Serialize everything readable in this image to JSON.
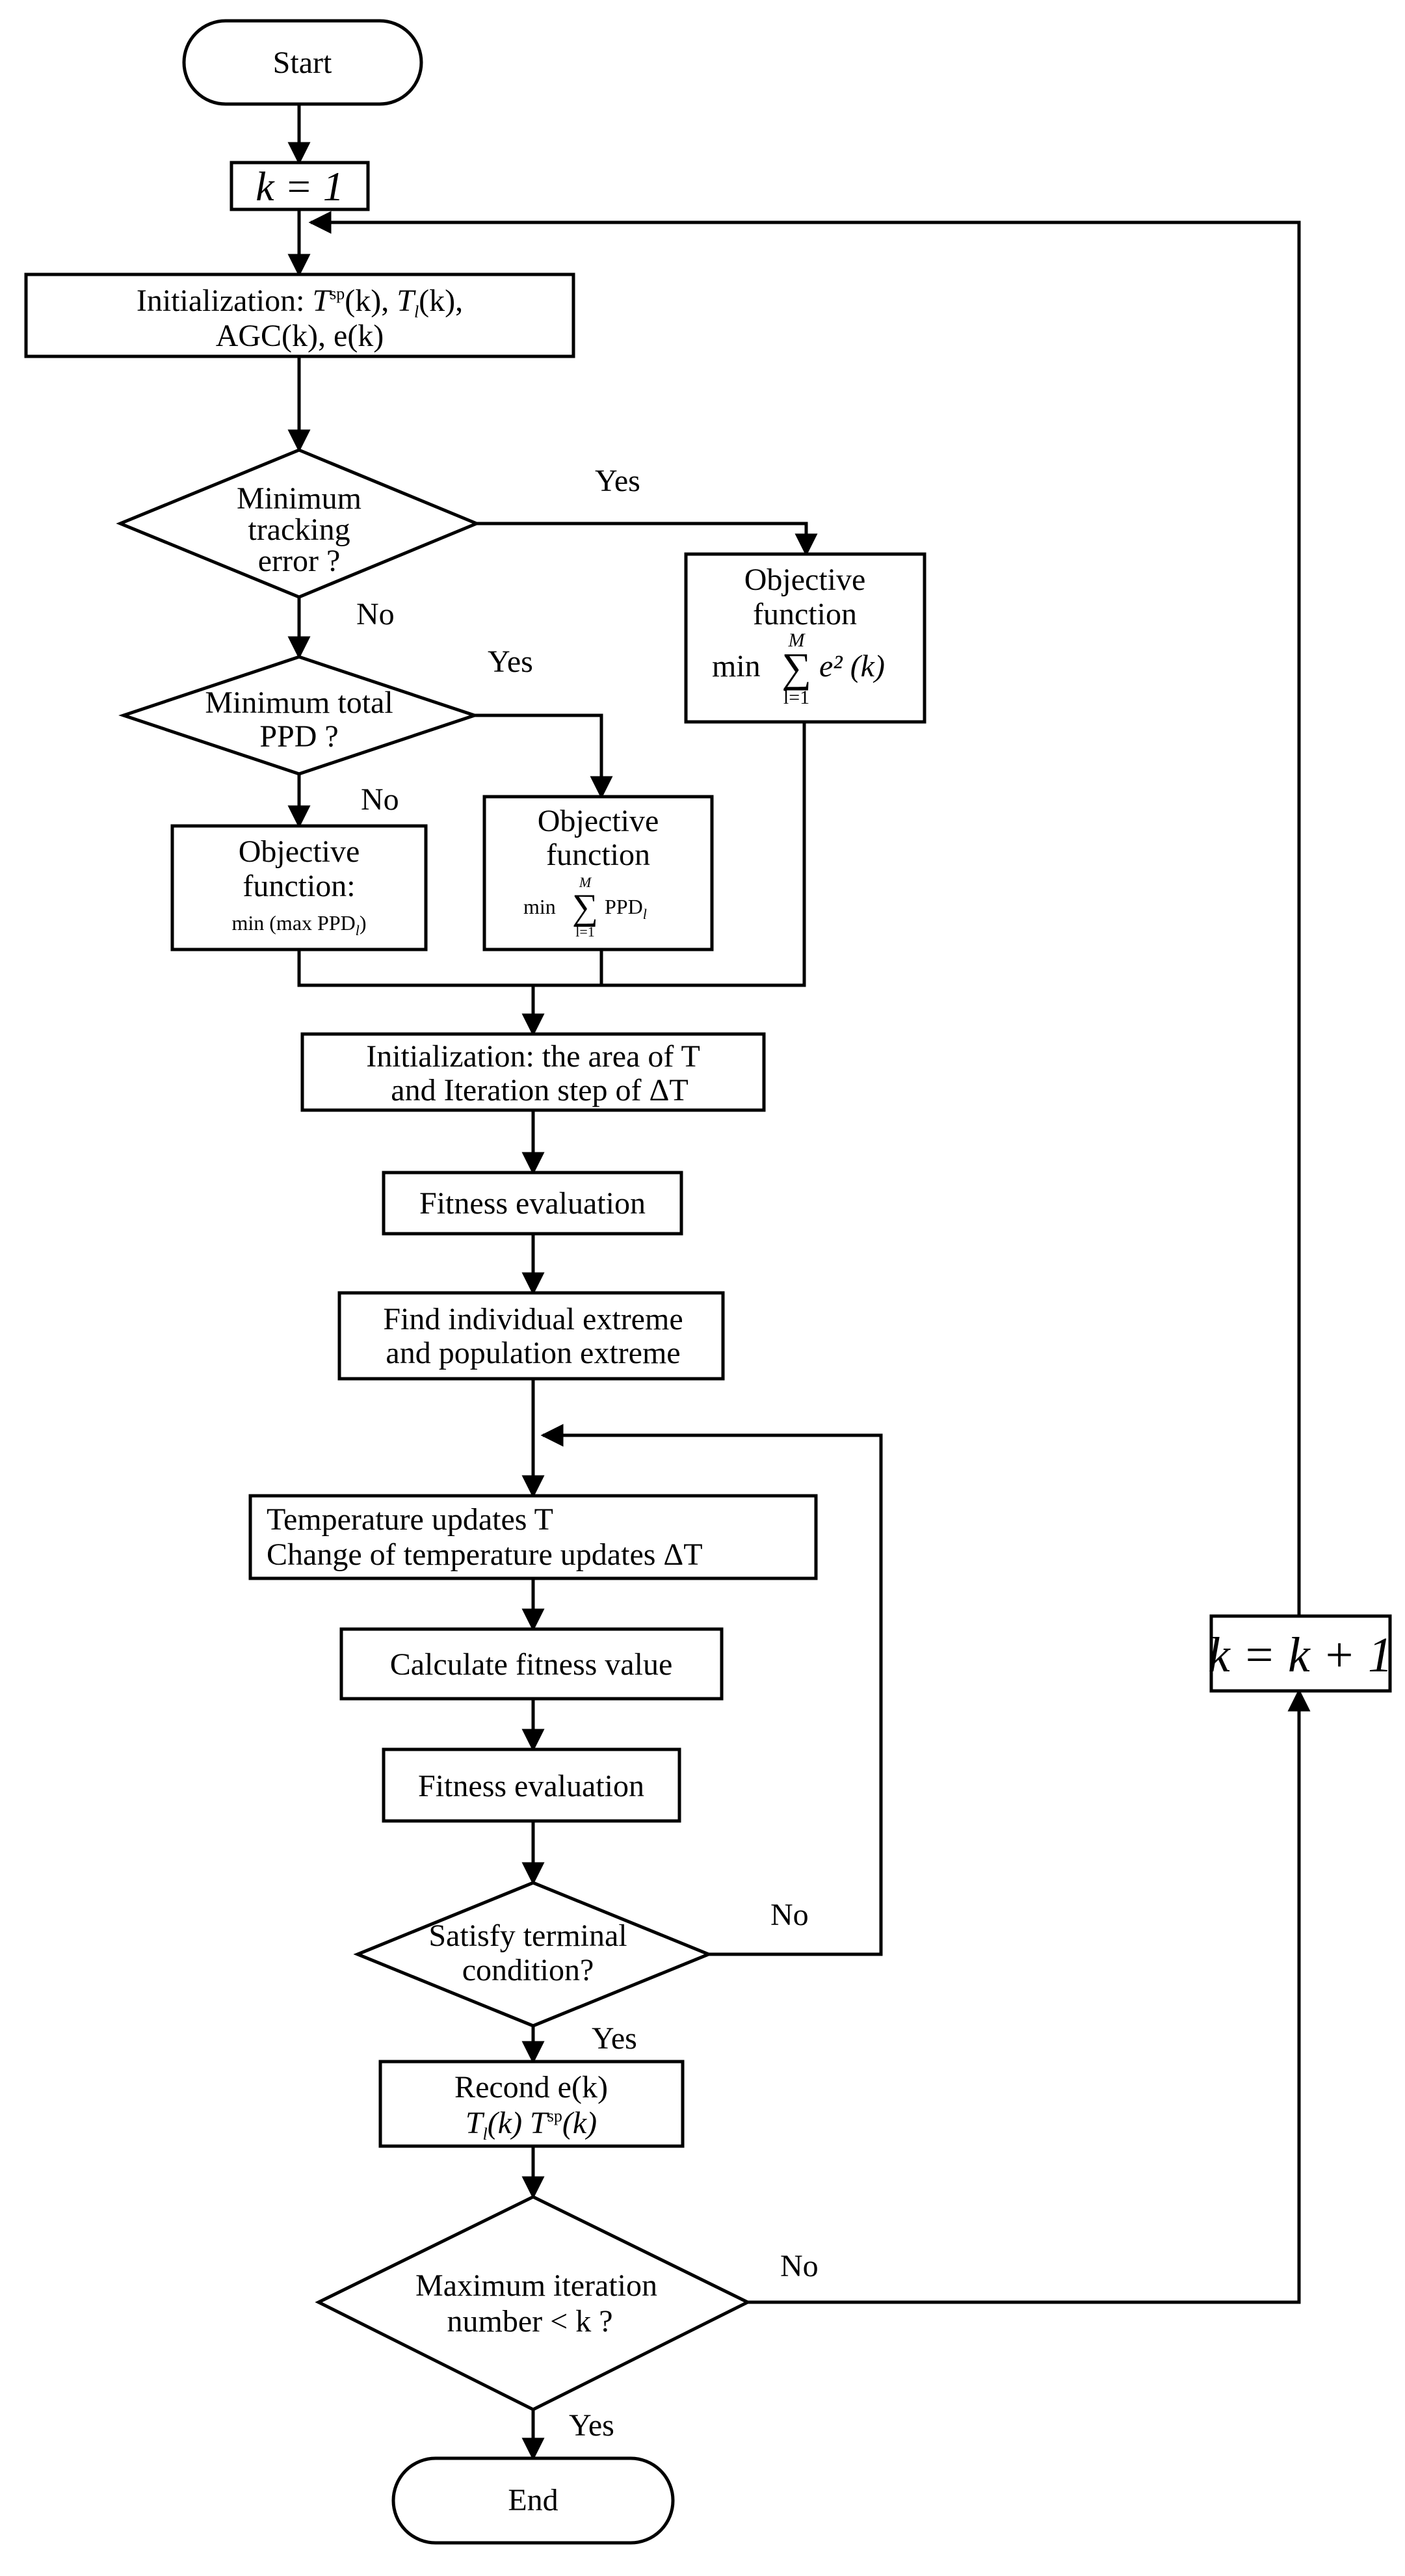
{
  "nodes": {
    "start": "Start",
    "k_init": "k = 1",
    "init1": {
      "line1_prefix": "Initialization: ",
      "T": "T",
      "sp": "sp",
      "k_arg": "(k)",
      "Tl": "T",
      "l_sub": "l",
      "line2": "AGC(k), e(k)"
    },
    "decision_tracking": [
      "Minimum",
      "tracking",
      "error ?"
    ],
    "objective_error": {
      "line1": "Objective",
      "line2": "function",
      "min": "min",
      "sum_upper": "M",
      "sum_lower": "l=1",
      "expr": "e² (k)"
    },
    "decision_ppd": [
      "Minimum total",
      "PPD ?"
    ],
    "objective_minmax": {
      "line1": "Objective",
      "line2": "function:",
      "expr": "min (max PPD",
      "expr_sub": "l",
      "expr_close": ")"
    },
    "objective_sum_ppd": {
      "line1": "Objective",
      "line2": "function",
      "min": "min",
      "sum_upper": "M",
      "sum_lower": "l=1",
      "expr": "PPD",
      "expr_sub": "l"
    },
    "init2": {
      "line1": "Initialization: the area of T",
      "line2": "and Iteration step of ΔT"
    },
    "fitness_eval_1": "Fitness evaluation",
    "find_extreme": [
      "Find individual extreme",
      "and population extreme"
    ],
    "temp_update": [
      "Temperature updates  T",
      "Change of temperature updates ΔT"
    ],
    "calc_fitness": "Calculate fitness value",
    "fitness_eval_2": "Fitness evaluation",
    "decision_terminal": [
      "Satisfy terminal",
      "condition?"
    ],
    "record": {
      "line1": "Recond e(k)",
      "line2": "T",
      "line2_sub": "l",
      "line2_rest": "(k) T",
      "line2_sup": "sp",
      "line2_end": "(k)"
    },
    "decision_max_iter": [
      "Maximum iteration",
      "number  < k ?"
    ],
    "k_increment": "k = k + 1",
    "end": "End"
  },
  "edge_labels": {
    "tracking_yes": "Yes",
    "tracking_no": "No",
    "ppd_yes": "Yes",
    "ppd_no": "No",
    "terminal_no": "No",
    "terminal_yes": "Yes",
    "max_iter_no": "No",
    "max_iter_yes": "Yes"
  }
}
